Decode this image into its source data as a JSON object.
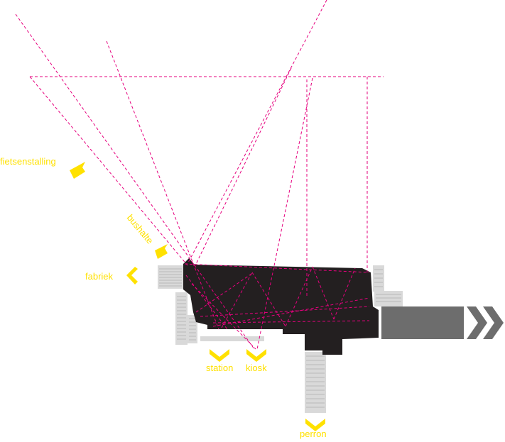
{
  "diagram": {
    "colors": {
      "accent": "#FFE100",
      "sightline": "#E6007E",
      "building": "#231F20",
      "annex": "#D9D9D9",
      "annex_lines": "#9A9A9A",
      "exit": "#6D6D6D"
    },
    "labels": {
      "fietsenstalling": "fietsenstalling",
      "bushalte": "bushalte",
      "fabriek": "fabriek",
      "station": "station",
      "kiosk": "kiosk",
      "perron": "perron"
    },
    "icons": {
      "direction_marker": "chevron-icon",
      "exit_arrows": "double-chevron-right-icon"
    }
  }
}
